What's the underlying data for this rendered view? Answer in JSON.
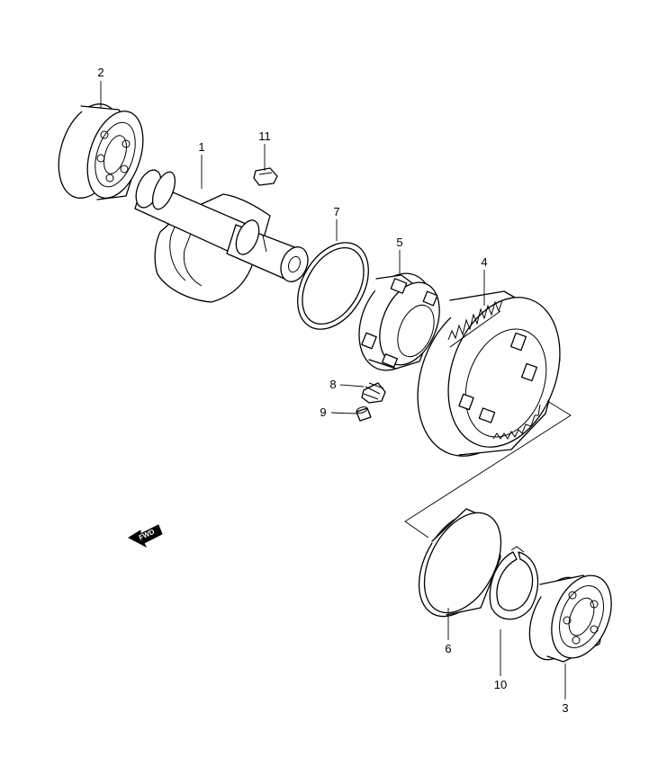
{
  "callouts": {
    "c1": "1",
    "c2": "2",
    "c3": "3",
    "c4": "4",
    "c5": "5",
    "c6": "6",
    "c7": "7",
    "c8": "8",
    "c9": "9",
    "c10": "10",
    "c11": "11"
  },
  "fwd_arrow": {
    "label": "FWD"
  }
}
